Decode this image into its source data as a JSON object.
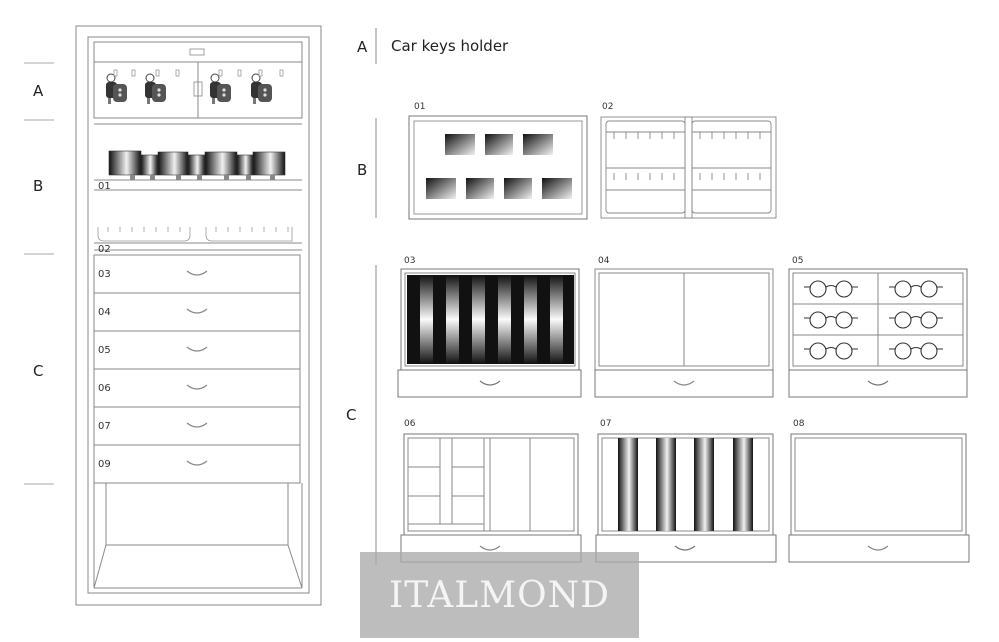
{
  "cabinet": {
    "sections": [
      {
        "letter": "A"
      },
      {
        "letter": "B"
      },
      {
        "letter": "C"
      }
    ],
    "drawers": [
      "01",
      "02",
      "03",
      "04",
      "05",
      "06",
      "07",
      "09"
    ]
  },
  "legend": {
    "a_letter": "A",
    "a_title": "Car keys holder",
    "b_letter": "B",
    "c_letter": "C"
  },
  "modules": [
    {
      "code": "01"
    },
    {
      "code": "02"
    },
    {
      "code": "03"
    },
    {
      "code": "04"
    },
    {
      "code": "05"
    },
    {
      "code": "06"
    },
    {
      "code": "07"
    },
    {
      "code": "08"
    }
  ],
  "watermark": "ITALMOND",
  "colors": {
    "line": "#8a8a8a",
    "dark": "#111111",
    "watermark_bg": "#aaaaaa"
  }
}
